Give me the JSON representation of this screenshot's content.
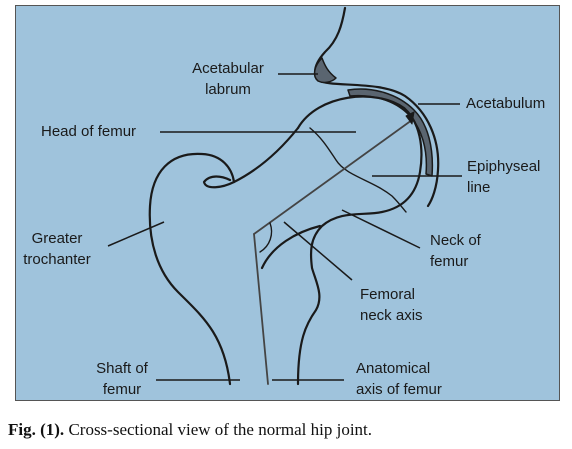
{
  "labels": {
    "acetabular_labrum": [
      "Acetabular",
      "labrum"
    ],
    "acetabulum": "Acetabulum",
    "head_of_femur": "Head of femur",
    "epiphyseal_line": [
      "Epiphyseal",
      "line"
    ],
    "greater_trochanter": [
      "Greater",
      "trochanter"
    ],
    "neck_of_femur": [
      "Neck of",
      "femur"
    ],
    "femoral_neck_axis": [
      "Femoral",
      "neck axis"
    ],
    "shaft_of_femur": [
      "Shaft of",
      "femur"
    ],
    "anatomical_axis": [
      "Anatomical",
      "axis of femur"
    ]
  },
  "caption": {
    "prefix": "Fig. (1).",
    "text": " Cross-sectional view of the normal hip joint."
  },
  "colors": {
    "background": "#9fc3dc",
    "cartilage": "#5a6570",
    "line": "#1a1a1a"
  }
}
